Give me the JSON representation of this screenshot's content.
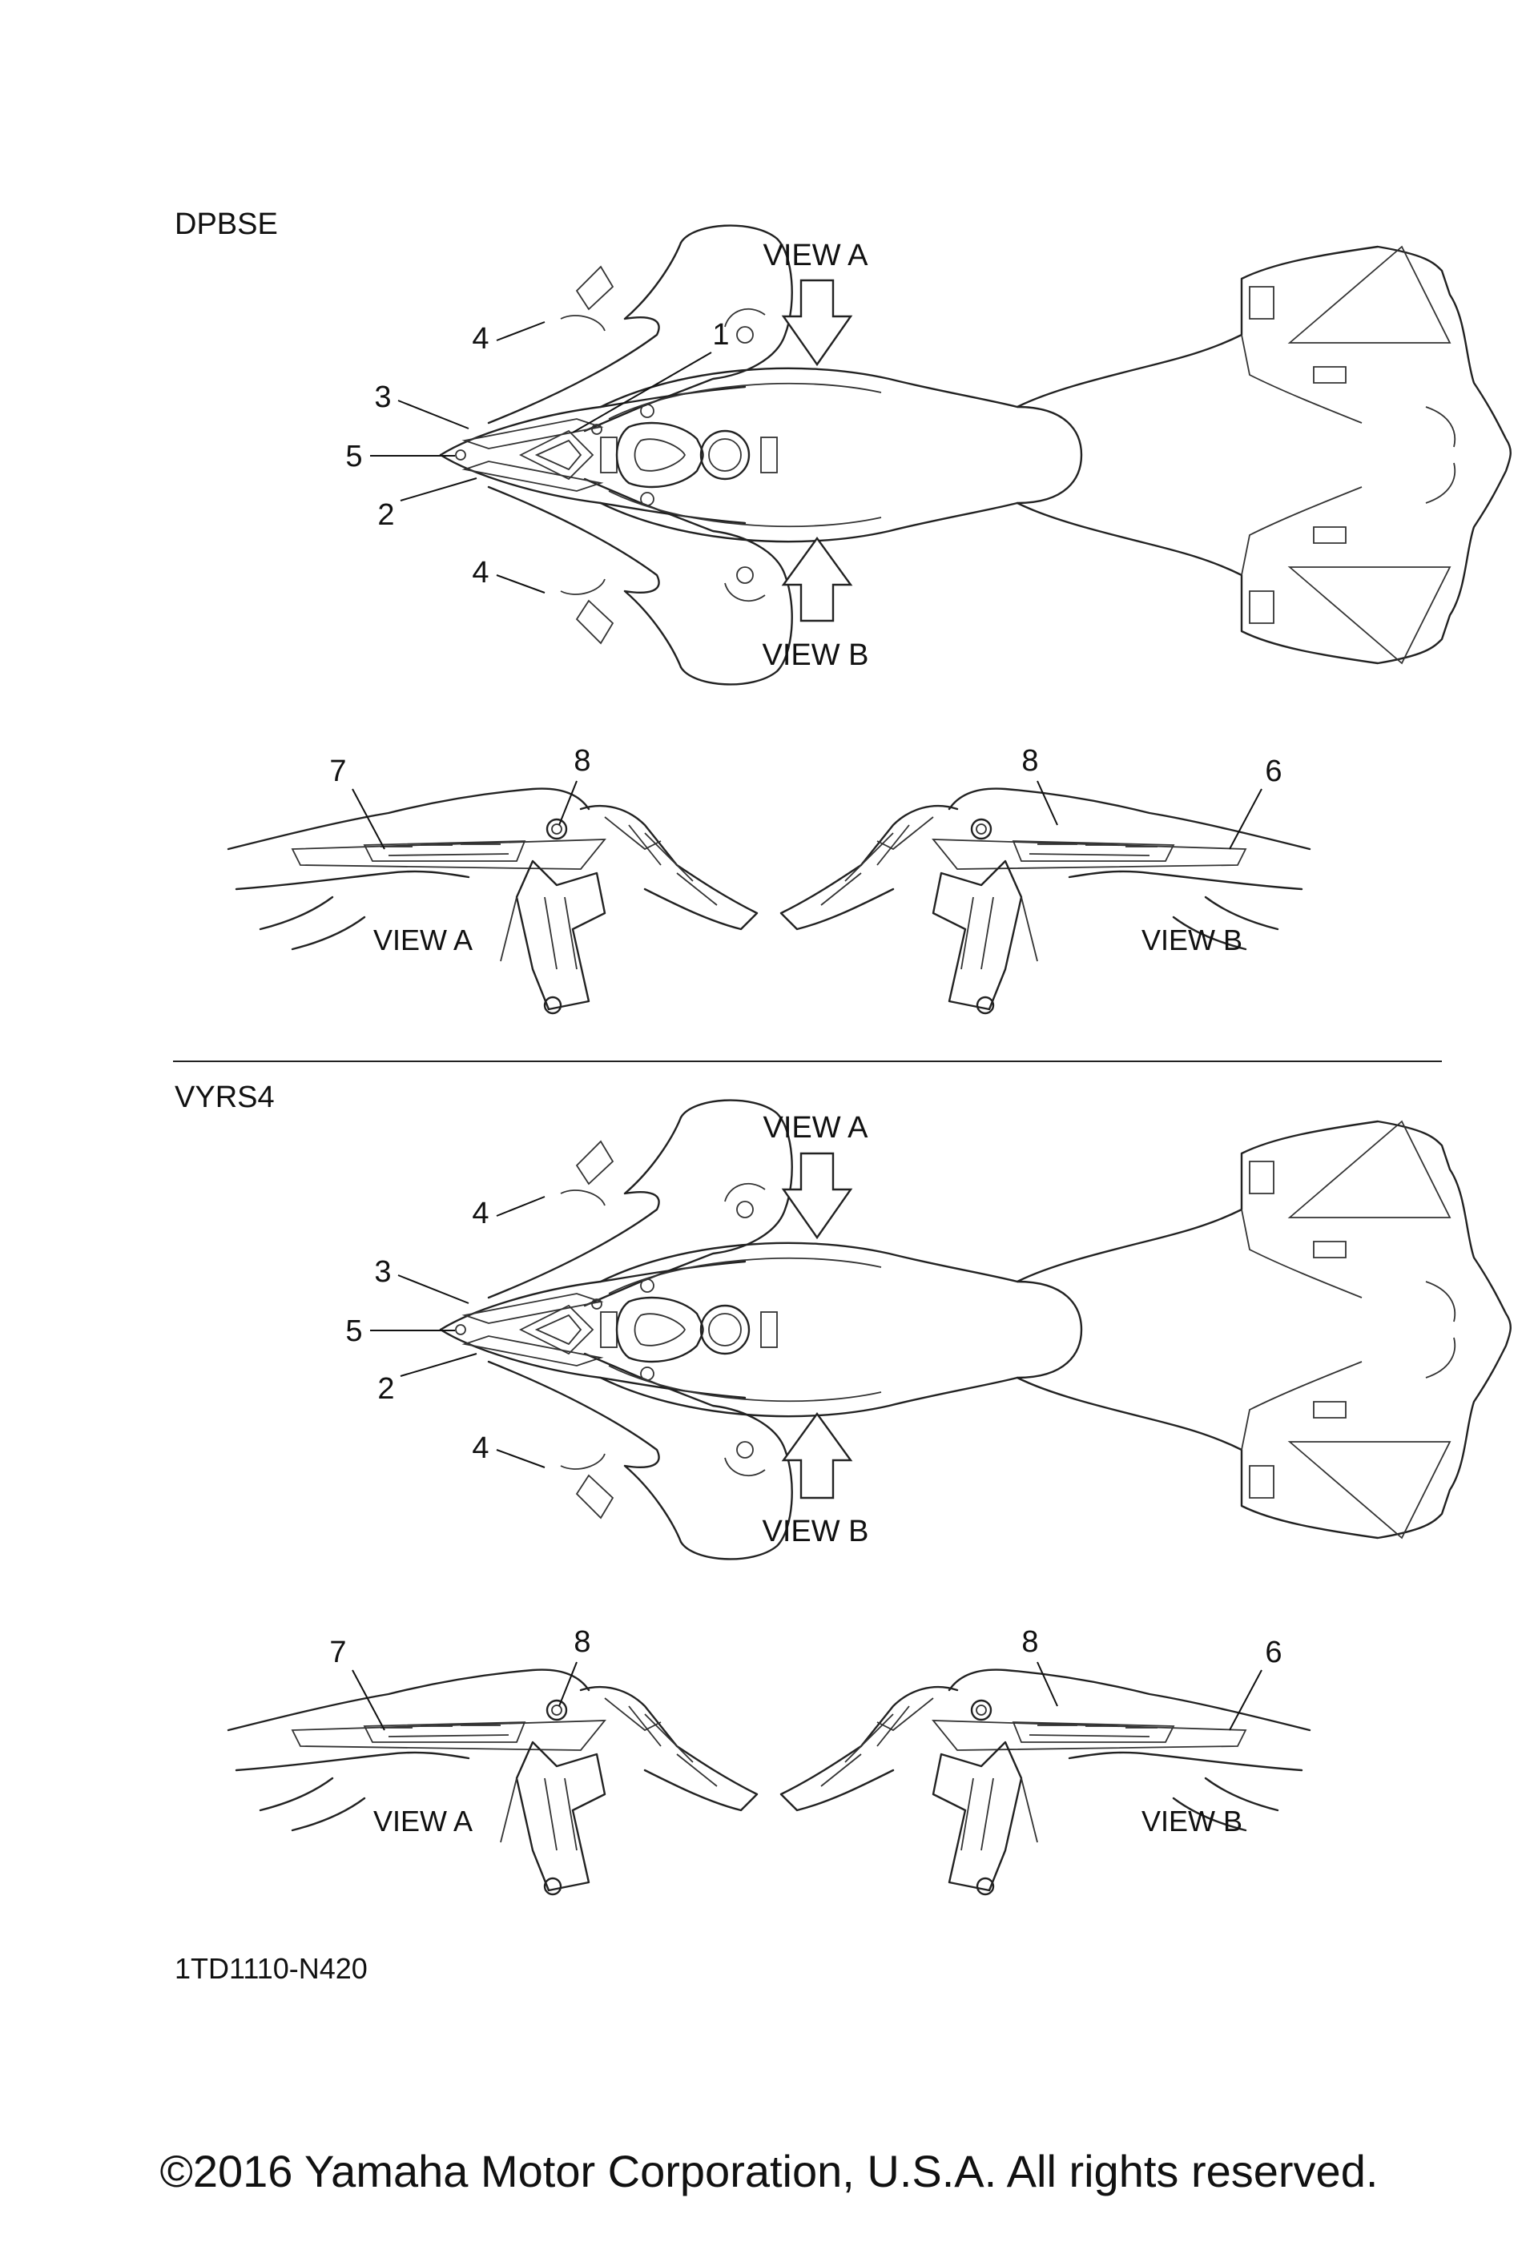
{
  "diagram": {
    "top": {
      "code": "DPBSE",
      "view_a": "VIEW A",
      "view_b": "VIEW B",
      "callouts": [
        "1",
        "2",
        "3",
        "4",
        "4",
        "5"
      ],
      "view_a_panel": {
        "caption": "VIEW A",
        "callouts": [
          "7",
          "8"
        ]
      },
      "view_b_panel": {
        "caption": "VIEW B",
        "callouts": [
          "8",
          "6"
        ]
      }
    },
    "bottom": {
      "code": "VYRS4",
      "view_a": "VIEW A",
      "view_b": "VIEW B",
      "callouts": [
        "2",
        "3",
        "4",
        "4",
        "5"
      ],
      "view_a_panel": {
        "caption": "VIEW A",
        "callouts": [
          "7",
          "8"
        ]
      },
      "view_b_panel": {
        "caption": "VIEW B",
        "callouts": [
          "8",
          "6"
        ]
      }
    },
    "part_number": "1TD1110-N420"
  },
  "footer": {
    "copyright": "©2016 Yamaha Motor Corporation, U.S.A. All rights reserved."
  }
}
